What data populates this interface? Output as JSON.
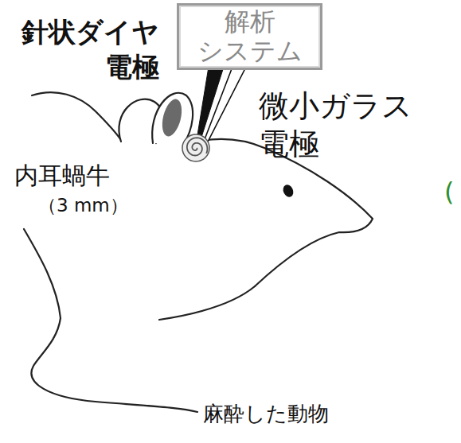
{
  "diagram": {
    "nodes": [
      {
        "text": [
          "解析 システム"
        ]
      }
    ],
    "labels": [
      "針状ダイヤ 電極",
      "微小ガラス 電極",
      "内耳蝸牛",
      "（3 mm）",
      "麻酔した動物",
      "("
    ]
  }
}
